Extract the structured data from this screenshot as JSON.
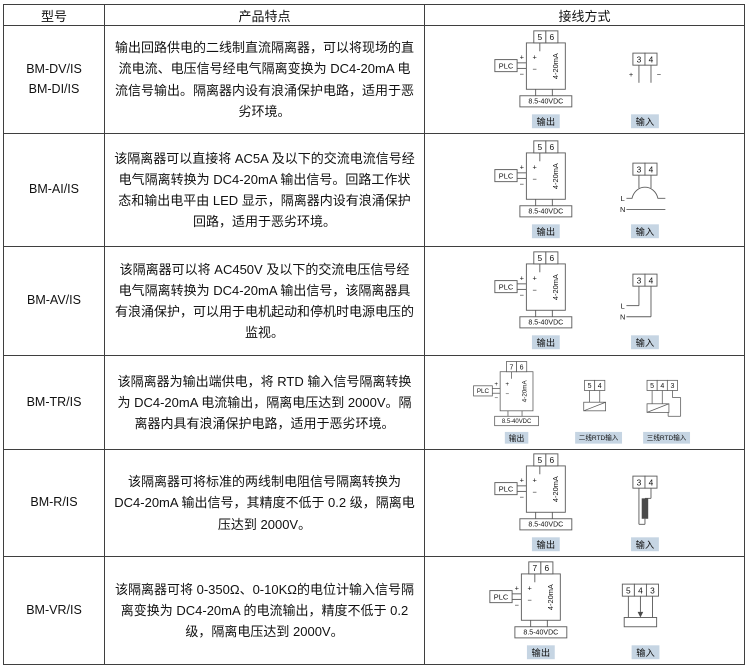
{
  "header": {
    "model": "型号",
    "features": "产品特点",
    "wiring": "接线方式"
  },
  "symbols": {
    "plus": "+",
    "minus": "−"
  },
  "rows": [
    {
      "model": [
        "BM-DV/IS",
        "BM-DI/IS"
      ],
      "features": "输出回路供电的二线制直流隔离器，可以将现场的直流电流、电压信号经电气隔离变换为 DC4-20mA 电流信号输出。隔离器内设有浪涌保护电路，适用于恶劣环境。",
      "diagram": {
        "out": {
          "t": [
            "5",
            "6"
          ],
          "plc": "PLC",
          "loop": "4-20mA",
          "supply": "8.5-40VDC",
          "label": "输出"
        },
        "in": {
          "t": [
            "3",
            "4"
          ],
          "label": "输入"
        }
      }
    },
    {
      "model": [
        "BM-AI/IS"
      ],
      "features": "该隔离器可以直接将 AC5A 及以下的交流电流信号经电气隔离转换为 DC4-20mA 输出信号。回路工作状态和输出电平由 LED 显示，隔离器内设有浪涌保护回路，适用于恶劣环境。",
      "diagram": {
        "out": {
          "t": [
            "5",
            "6"
          ],
          "plc": "PLC",
          "loop": "4-20mA",
          "supply": "8.5-40VDC",
          "label": "输出"
        },
        "in": {
          "t": [
            "3",
            "4"
          ],
          "l": "L",
          "n": "N",
          "label": "输入"
        }
      }
    },
    {
      "model": [
        "BM-AV/IS"
      ],
      "features": "该隔离器可以将 AC450V 及以下的交流电压信号经电气隔离转换为 DC4-20mA 输出信号，该隔离器具有浪涌保护，可以用于电机起动和停机时电源电压的监视。",
      "diagram": {
        "out": {
          "t": [
            "5",
            "6"
          ],
          "plc": "PLC",
          "loop": "4-20mA",
          "supply": "8.5-40VDC",
          "label": "输出"
        },
        "in": {
          "t": [
            "3",
            "4"
          ],
          "l": "L",
          "n": "N",
          "label": "输入"
        }
      }
    },
    {
      "model": [
        "BM-TR/IS"
      ],
      "features": "该隔离器为输出端供电，将 RTD 输入信号隔离转换为 DC4-20mA 电流输出，隔离电压达到 2000V。隔离器内具有浪涌保护电路，适用于恶劣环境。",
      "diagram": {
        "out": {
          "t": [
            "7",
            "6"
          ],
          "plc": "PLC",
          "loop": "4-20mA",
          "supply": "8.5-40VDC",
          "label": "输出"
        },
        "in1": {
          "t": [
            "5",
            "4"
          ],
          "label": "二线RTD输入"
        },
        "in2": {
          "t": [
            "5",
            "4",
            "3"
          ],
          "label": "三线RTD输入"
        }
      }
    },
    {
      "model": [
        "BM-R/IS"
      ],
      "features": "该隔离器可将标准的两线制电阻信号隔离转换为 DC4-20mA 输出信号，其精度不低于 0.2 级，隔离电压达到 2000V。",
      "diagram": {
        "out": {
          "t": [
            "5",
            "6"
          ],
          "plc": "PLC",
          "loop": "4-20mA",
          "supply": "8.5-40VDC",
          "label": "输出"
        },
        "in": {
          "t": [
            "3",
            "4"
          ],
          "label": "输入"
        }
      }
    },
    {
      "model": [
        "BM-VR/IS"
      ],
      "features": "该隔离器可将 0-350Ω、0-10KΩ的电位计输入信号隔离变换为 DC4-20mA 的电流输出，精度不低于 0.2 级，隔离电压达到 2000V。",
      "diagram": {
        "out": {
          "t": [
            "7",
            "6"
          ],
          "plc": "PLC",
          "loop": "4-20mA",
          "supply": "8.5-40VDC",
          "label": "输出"
        },
        "in": {
          "t": [
            "5",
            "4",
            "3"
          ],
          "label": "输入"
        }
      }
    }
  ]
}
